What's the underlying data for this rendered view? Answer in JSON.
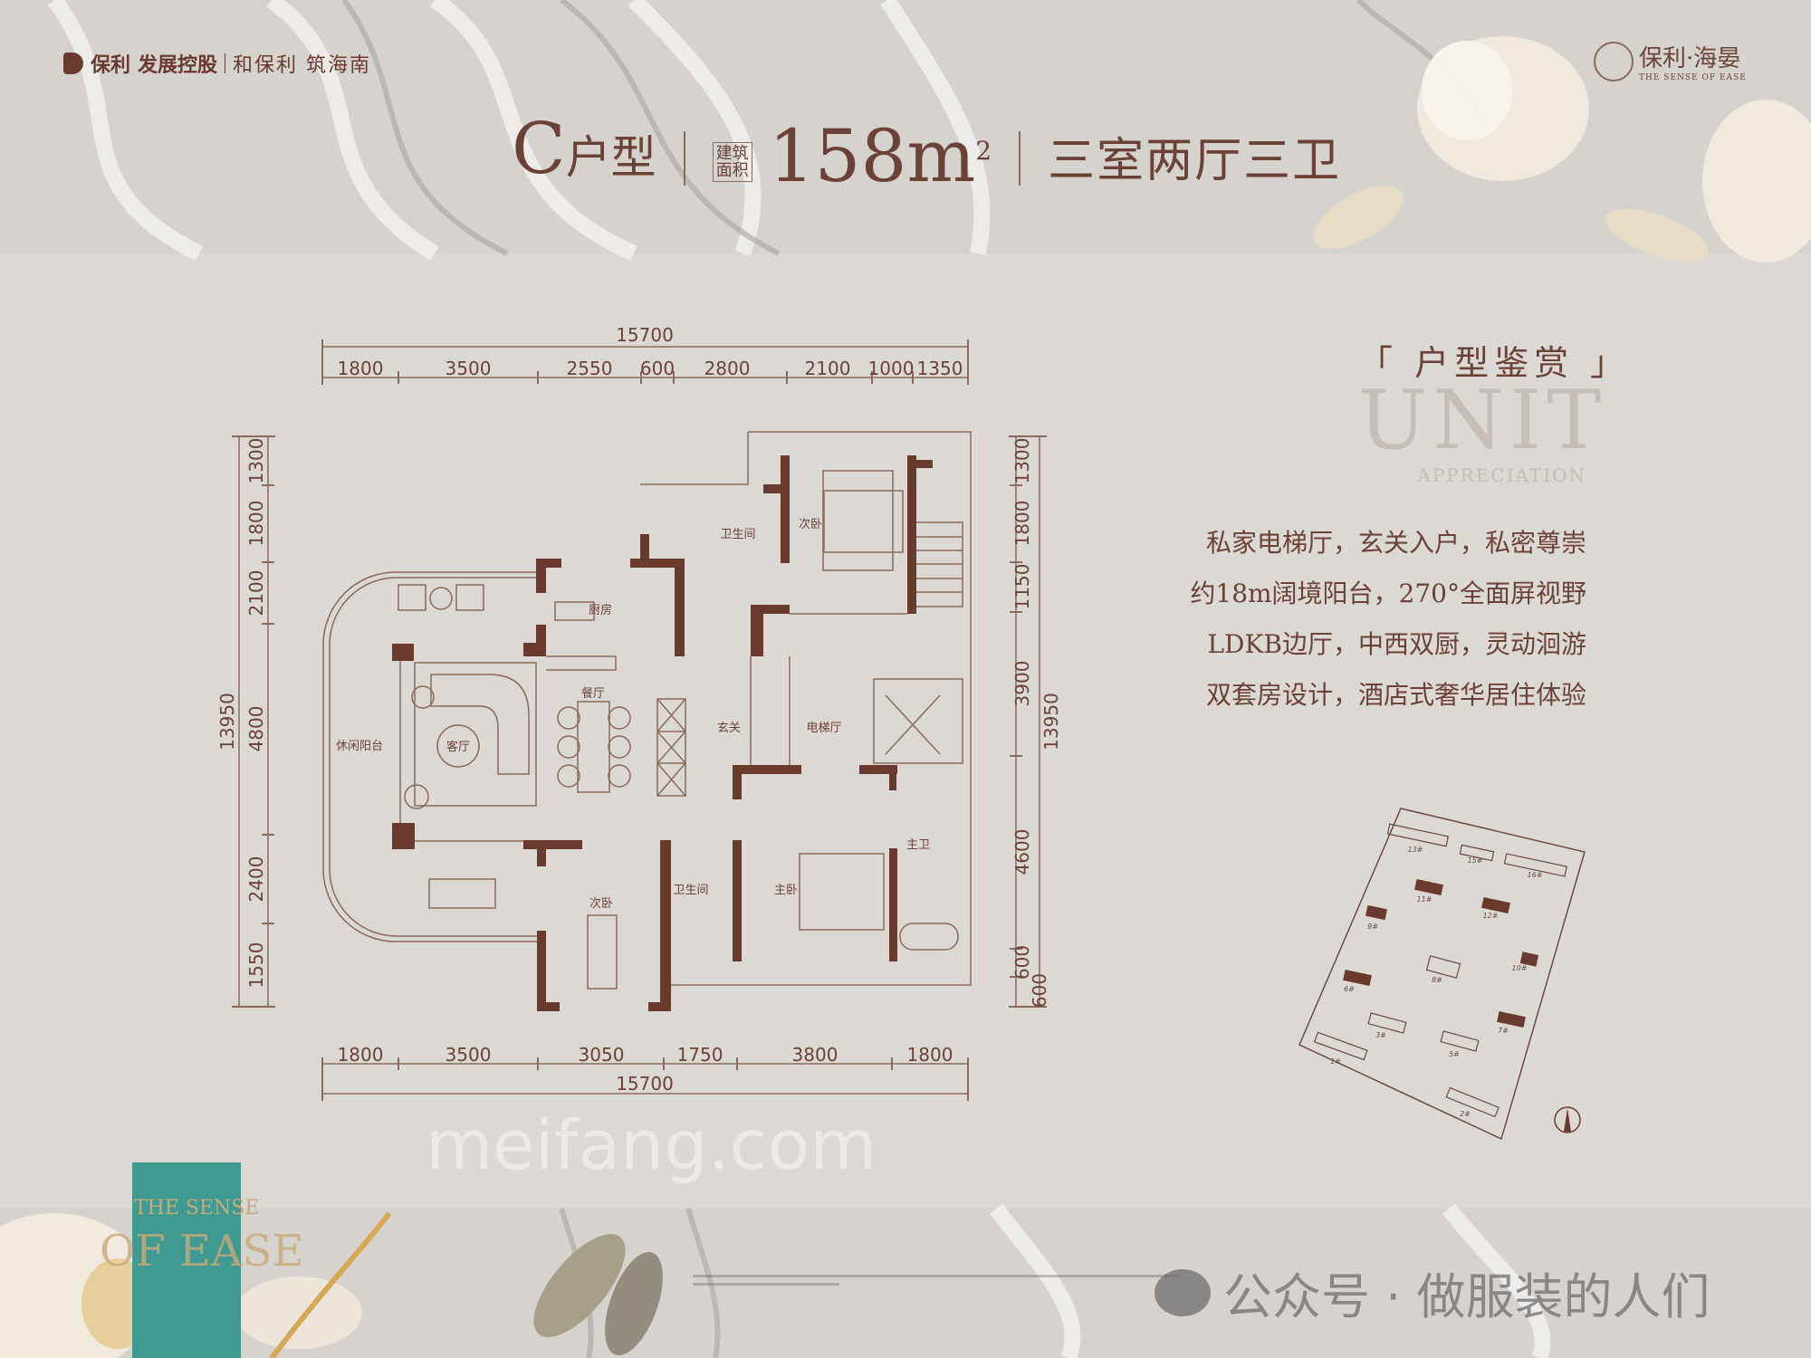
{
  "header": {
    "brand_left": "保利",
    "brand_left_group": "发展控股",
    "slogan": "和保利 筑海南",
    "brand_right_cn": "保利·海晏",
    "brand_right_en": "THE SENSE OF EASE",
    "unit_letter": "C",
    "unit_suffix": "户型",
    "area_tag": "建筑面积",
    "area_value": "158m",
    "area_unit_sup": "2",
    "layout": "三室两厅三卫"
  },
  "floorplan": {
    "top_total": "15700",
    "top_dims": [
      "1800",
      "3500",
      "2550",
      "600",
      "2800",
      "2100",
      "1000",
      "1350"
    ],
    "bottom_total": "15700",
    "bottom_dims": [
      "1800",
      "3500",
      "3050",
      "1750",
      "3800",
      "1800"
    ],
    "left_total": "13950",
    "left_dims": [
      "1300",
      "1800",
      "2100",
      "4800",
      "2400",
      "1550"
    ],
    "right_total": "13950",
    "right_dims": [
      "1300",
      "1800",
      "1150",
      "3900",
      "4600",
      "600",
      "600"
    ],
    "rooms": {
      "kitchen": "厨房",
      "dining": "餐厅",
      "living": "客厅",
      "balcony": "休闲阳台",
      "bath_upper": "卫生间",
      "bedroom_upper": "次卧",
      "foyer": "玄关",
      "elevator_hall": "电梯厅",
      "bedroom_lower": "次卧",
      "bath_lower": "卫生间",
      "master_bedroom": "主卧",
      "master_bath": "主卫"
    },
    "watermark": "meifang.com"
  },
  "intro": {
    "section_title": "「 户型鉴赏 」",
    "unit_en": "UNIT",
    "appreciation_en": "APPRECIATION",
    "lines": [
      "私家电梯厅，玄关入户，私密尊崇",
      "约18m阔境阳台，270°全面屏视野",
      "LDKB边厅，中西双厨，灵动洄游",
      "双套房设计，酒店式奢华居住体验"
    ]
  },
  "site_map": {
    "buildings": [
      "13#",
      "15#",
      "16#",
      "11#",
      "12#",
      "9#",
      "10#",
      "8#",
      "6#",
      "7#",
      "3#",
      "5#",
      "1#",
      "2#"
    ]
  },
  "footer": {
    "teal_line1": "THE SENSE",
    "teal_line2": "OF EASE",
    "wechat_watermark": "公众号 · 做服装的人们"
  },
  "colors": {
    "wall": "#6b3a2f",
    "line": "#8a6a5a",
    "background": "#dcd8d3",
    "teal": "#3f9a92"
  }
}
